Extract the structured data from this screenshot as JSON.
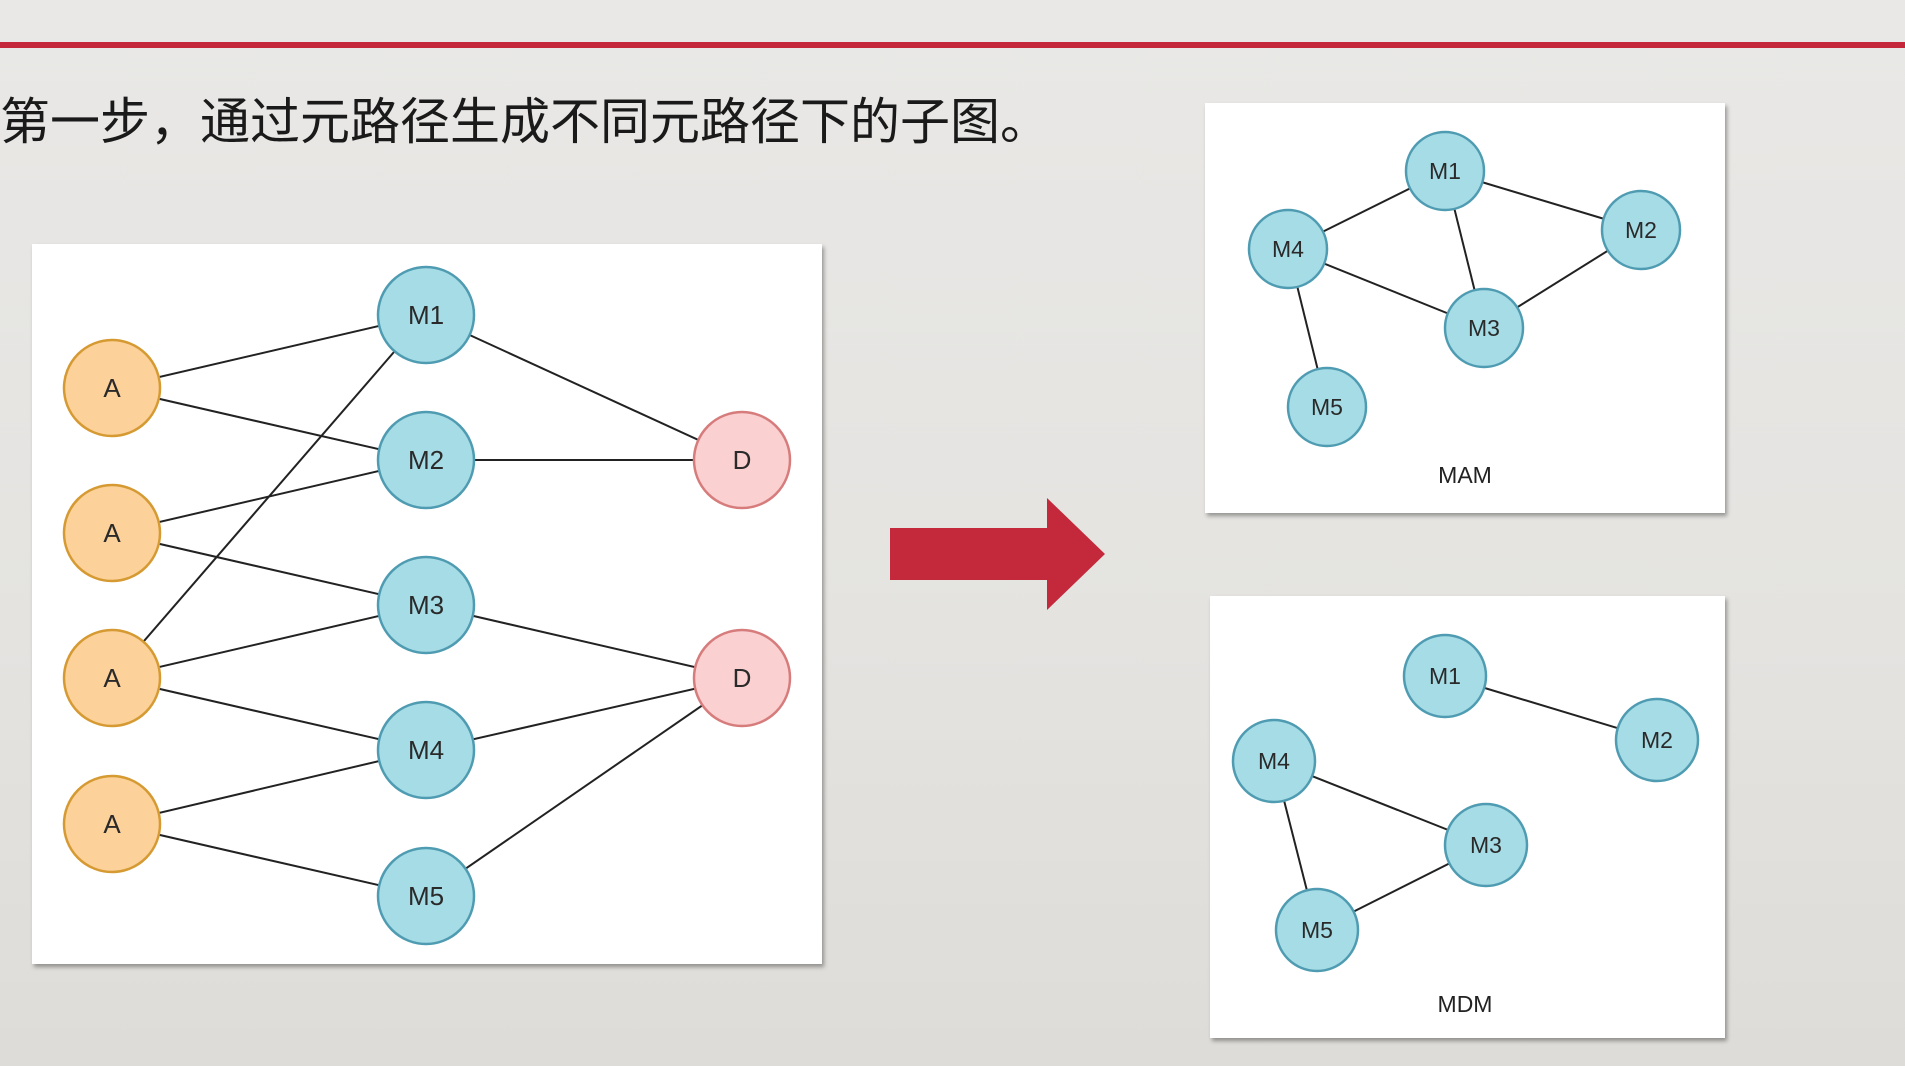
{
  "heading": "第一步，通过元路径生成不同元路径下的子图。",
  "colors": {
    "accent_rule": "#c4263a",
    "author_node_fill": "#fcd19a",
    "author_node_stroke": "#d69a33",
    "movie_node_fill": "#a6dce6",
    "movie_node_stroke": "#4f9cb2",
    "director_node_fill": "#fad0d0",
    "director_node_stroke": "#d77c7c",
    "arrow_fill": "#c4283b"
  },
  "main_graph": {
    "nodes": [
      {
        "id": "a1",
        "label": "A",
        "kind": "author"
      },
      {
        "id": "a2",
        "label": "A",
        "kind": "author"
      },
      {
        "id": "a3",
        "label": "A",
        "kind": "author"
      },
      {
        "id": "a4",
        "label": "A",
        "kind": "author"
      },
      {
        "id": "m1",
        "label": "M1",
        "kind": "movie"
      },
      {
        "id": "m2",
        "label": "M2",
        "kind": "movie"
      },
      {
        "id": "m3",
        "label": "M3",
        "kind": "movie"
      },
      {
        "id": "m4",
        "label": "M4",
        "kind": "movie"
      },
      {
        "id": "m5",
        "label": "M5",
        "kind": "movie"
      },
      {
        "id": "d1",
        "label": "D",
        "kind": "director"
      },
      {
        "id": "d2",
        "label": "D",
        "kind": "director"
      }
    ],
    "edges": [
      [
        "a1",
        "m1"
      ],
      [
        "a1",
        "m2"
      ],
      [
        "a2",
        "m2"
      ],
      [
        "a2",
        "m3"
      ],
      [
        "a3",
        "m1"
      ],
      [
        "a3",
        "m3"
      ],
      [
        "a3",
        "m4"
      ],
      [
        "a4",
        "m4"
      ],
      [
        "a4",
        "m5"
      ],
      [
        "m1",
        "d1"
      ],
      [
        "m2",
        "d1"
      ],
      [
        "m3",
        "d2"
      ],
      [
        "m4",
        "d2"
      ],
      [
        "m5",
        "d2"
      ]
    ]
  },
  "mam_graph": {
    "caption": "MAM",
    "nodes": [
      {
        "id": "m1",
        "label": "M1"
      },
      {
        "id": "m2",
        "label": "M2"
      },
      {
        "id": "m3",
        "label": "M3"
      },
      {
        "id": "m4",
        "label": "M4"
      },
      {
        "id": "m5",
        "label": "M5"
      }
    ],
    "edges": [
      [
        "m4",
        "m1"
      ],
      [
        "m1",
        "m2"
      ],
      [
        "m1",
        "m3"
      ],
      [
        "m4",
        "m3"
      ],
      [
        "m3",
        "m2"
      ],
      [
        "m4",
        "m5"
      ]
    ]
  },
  "mdm_graph": {
    "caption": "MDM",
    "nodes": [
      {
        "id": "m1",
        "label": "M1"
      },
      {
        "id": "m2",
        "label": "M2"
      },
      {
        "id": "m3",
        "label": "M3"
      },
      {
        "id": "m4",
        "label": "M4"
      },
      {
        "id": "m5",
        "label": "M5"
      }
    ],
    "edges": [
      [
        "m1",
        "m2"
      ],
      [
        "m4",
        "m3"
      ],
      [
        "m4",
        "m5"
      ],
      [
        "m5",
        "m3"
      ]
    ]
  }
}
